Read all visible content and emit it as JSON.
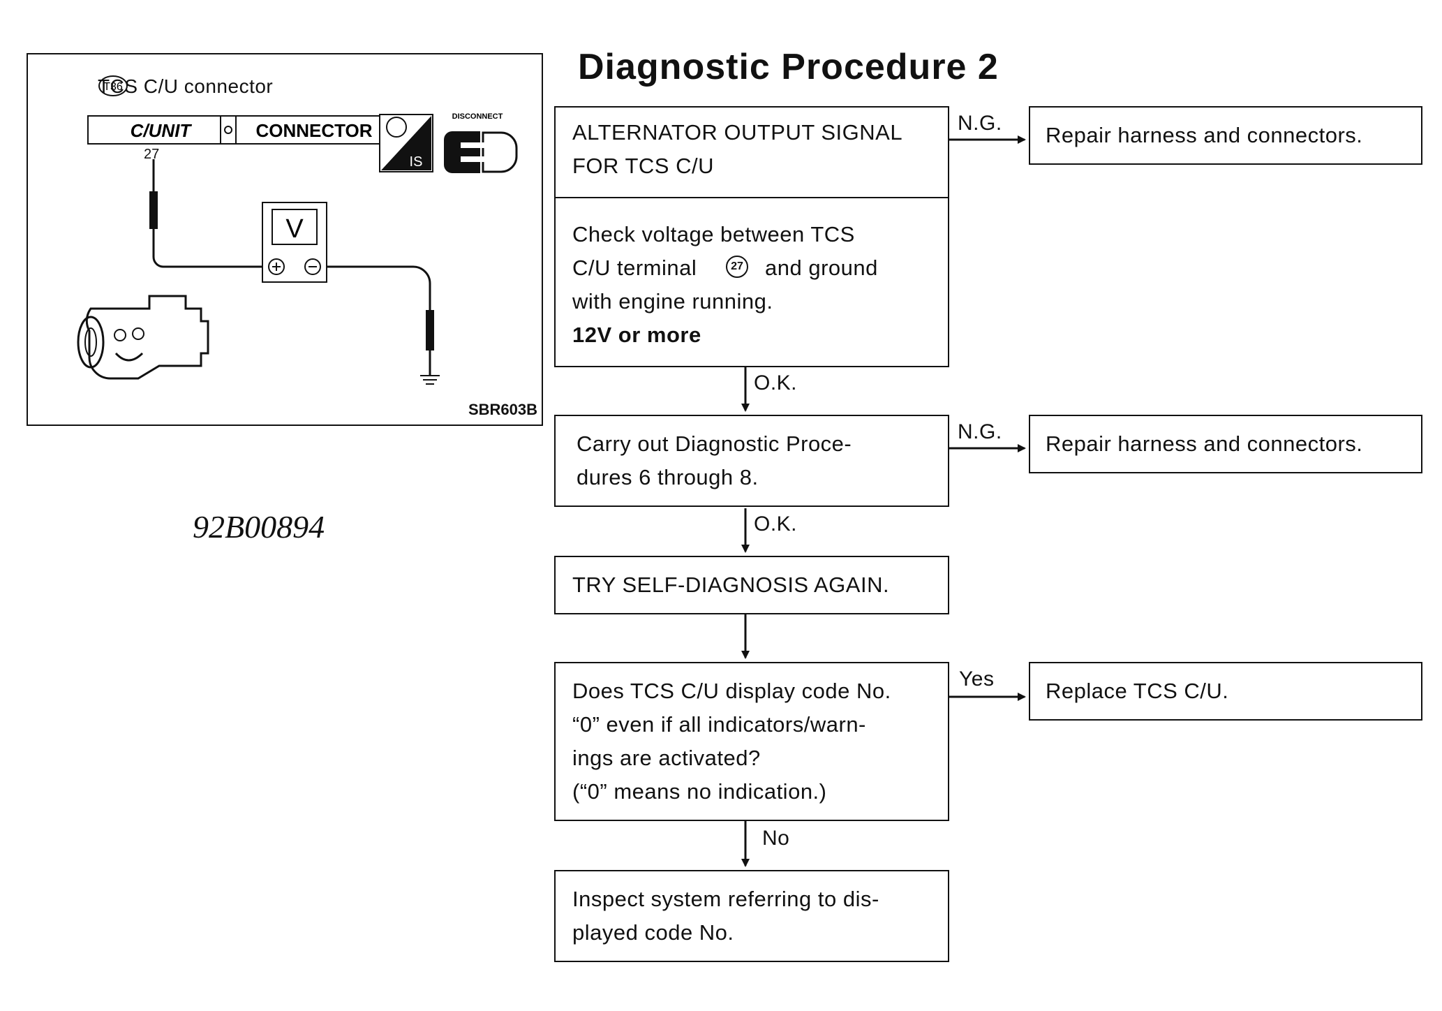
{
  "title": "Diagnostic Procedure 2",
  "doc_number": "92B00894",
  "illustration": {
    "connector_badge": "T36",
    "connector_label": "TCS C/U connector",
    "connector_left": "C/UNIT",
    "connector_right": "CONNECTOR",
    "terminal": "27",
    "ign_badge": "IS",
    "disconnect_label": "DISCONNECT",
    "meter_symbol": "V",
    "figure_code": "SBR603B"
  },
  "flow": {
    "step1_heading": "ALTERNATOR OUTPUT SIGNAL\nFOR TCS C/U",
    "step1_body_a": "Check voltage between TCS\nC/U terminal",
    "step1_terminal": "27",
    "step1_body_b": "and ground\nwith engine running.",
    "step1_spec": "12V or more",
    "step1_ng_label": "N.G.",
    "step1_ng_action": "Repair harness and connectors.",
    "step1_ok_label": "O.K.",
    "step2_text": "Carry out Diagnostic Proce-\ndures 6 through 8.",
    "step2_ng_label": "N.G.",
    "step2_ng_action": "Repair harness and connectors.",
    "step2_ok_label": "O.K.",
    "step3_text": "TRY SELF-DIAGNOSIS AGAIN.",
    "step4_text": "Does TCS C/U display code No.\n“0” even if all indicators/warn-\nings are activated?\n(“0” means no indication.)",
    "step4_yes_label": "Yes",
    "step4_yes_action": "Replace TCS C/U.",
    "step4_no_label": "No",
    "step5_text": "Inspect system referring to dis-\nplayed code No."
  }
}
